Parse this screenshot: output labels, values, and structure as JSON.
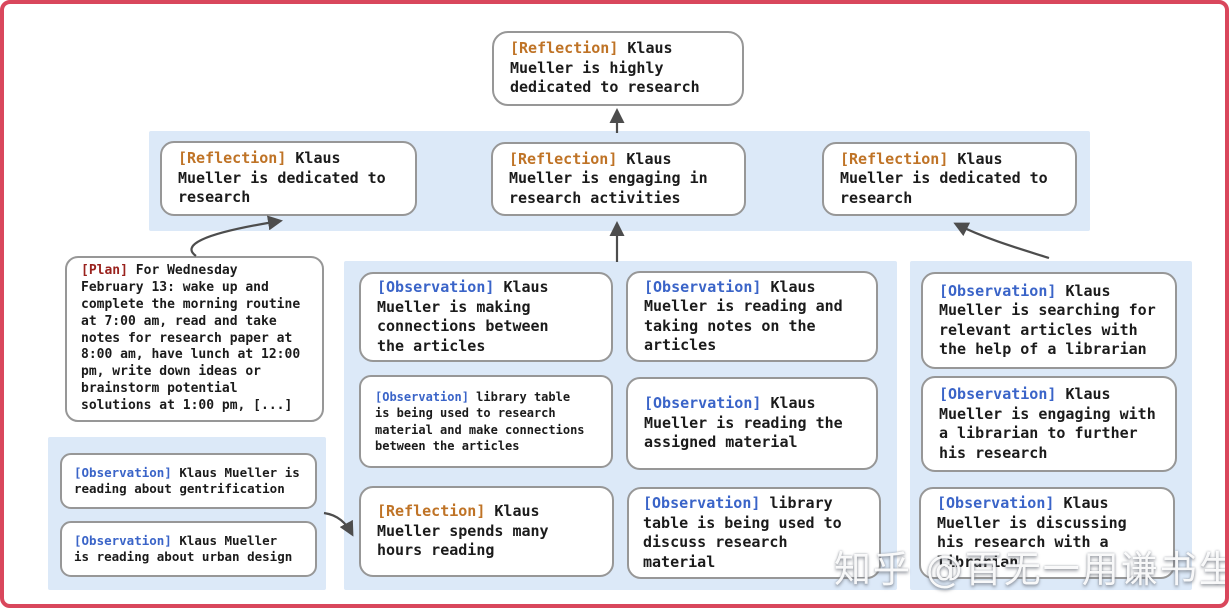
{
  "watermark": {
    "text": "知乎 @百无一用谦书生"
  },
  "colors": {
    "frame_border": "#d9475c",
    "band_background": "#dce9f8",
    "box_border": "#979797",
    "reflection_tag": "#bf7326",
    "observation_tag": "#3a64c8",
    "plan_tag": "#9a221d",
    "body_text": "#1b1b1b",
    "arrow": "#4d4d4d"
  },
  "nodes": {
    "root": {
      "tag": "[Reflection]",
      "text": "Klaus\nMueller is highly\ndedicated to research"
    },
    "l2_left": {
      "tag": "[Reflection]",
      "text": "Klaus\nMueller is dedicated to\nresearch"
    },
    "l2_mid": {
      "tag": "[Reflection]",
      "text": "Klaus\nMueller is engaging in\nresearch activities"
    },
    "l2_right": {
      "tag": "[Reflection]",
      "text": "Klaus\nMueller is dedicated to\nresearch"
    },
    "plan": {
      "tag": "[Plan]",
      "text": "For Wednesday\nFebruary 13: wake up and\ncomplete the morning routine\nat 7:00 am, read and take\nnotes for research paper at\n8:00 am, have lunch at 12:00\npm, write down ideas or\nbrainstorm potential\nsolutions at 1:00 pm, [...]"
    },
    "left_obs1": {
      "tag": "[Observation]",
      "text": "Klaus Mueller is\nreading about gentrification"
    },
    "left_obs2": {
      "tag": "[Observation]",
      "text": "Klaus Mueller\nis reading about urban design"
    },
    "mid_a1": {
      "tag": "[Observation]",
      "text": "Klaus\nMueller is making\nconnections between\nthe articles"
    },
    "mid_a2": {
      "tag": "[Observation]",
      "text": "library table\nis being used to research\nmaterial and make connections\nbetween the articles"
    },
    "mid_a3": {
      "tag": "[Reflection]",
      "text": "Klaus\nMueller spends many\nhours reading"
    },
    "mid_b1": {
      "tag": "[Observation]",
      "text": "Klaus\nMueller is reading and\ntaking notes on the\narticles"
    },
    "mid_b2": {
      "tag": "[Observation]",
      "text": "Klaus\nMueller is reading the\nassigned material"
    },
    "mid_b3": {
      "tag": "[Observation]",
      "text": "library\ntable is being used to\ndiscuss research material"
    },
    "right1": {
      "tag": "[Observation]",
      "text": "Klaus\nMueller is searching for\nrelevant articles with\nthe help of a librarian"
    },
    "right2": {
      "tag": "[Observation]",
      "text": "Klaus\nMueller is engaging with\na librarian to further\nhis research"
    },
    "right3": {
      "tag": "[Observation]",
      "text": "Klaus\nMueller is discussing\nhis research with a\nlibrarian"
    }
  }
}
